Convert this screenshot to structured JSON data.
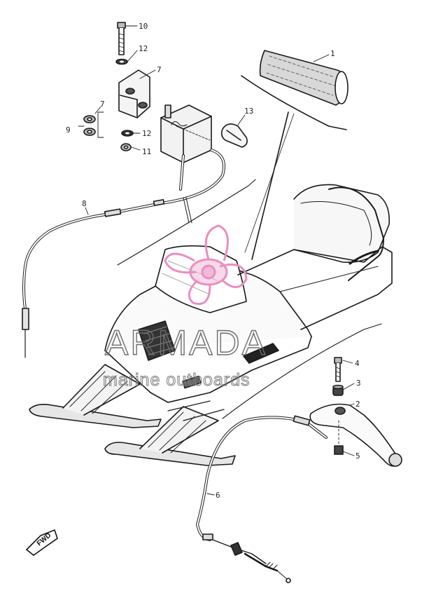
{
  "diagram": {
    "callouts": [
      {
        "id": "c10",
        "text": "10"
      },
      {
        "id": "c12a",
        "text": "12"
      },
      {
        "id": "c7a",
        "text": "7"
      },
      {
        "id": "c7b",
        "text": "7"
      },
      {
        "id": "c9",
        "text": "9"
      },
      {
        "id": "c12b",
        "text": "12"
      },
      {
        "id": "c11",
        "text": "11"
      },
      {
        "id": "c13",
        "text": "13"
      },
      {
        "id": "c1",
        "text": "1"
      },
      {
        "id": "c8",
        "text": "8"
      },
      {
        "id": "c4",
        "text": "4"
      },
      {
        "id": "c3",
        "text": "3"
      },
      {
        "id": "c2",
        "text": "2"
      },
      {
        "id": "c5",
        "text": "5"
      },
      {
        "id": "c6",
        "text": "6"
      }
    ],
    "forward_arrow_label": "FWD"
  },
  "watermark": {
    "brand": "ARMADA",
    "tagline": "marine outboards",
    "logo_color": "#e88fc0"
  }
}
